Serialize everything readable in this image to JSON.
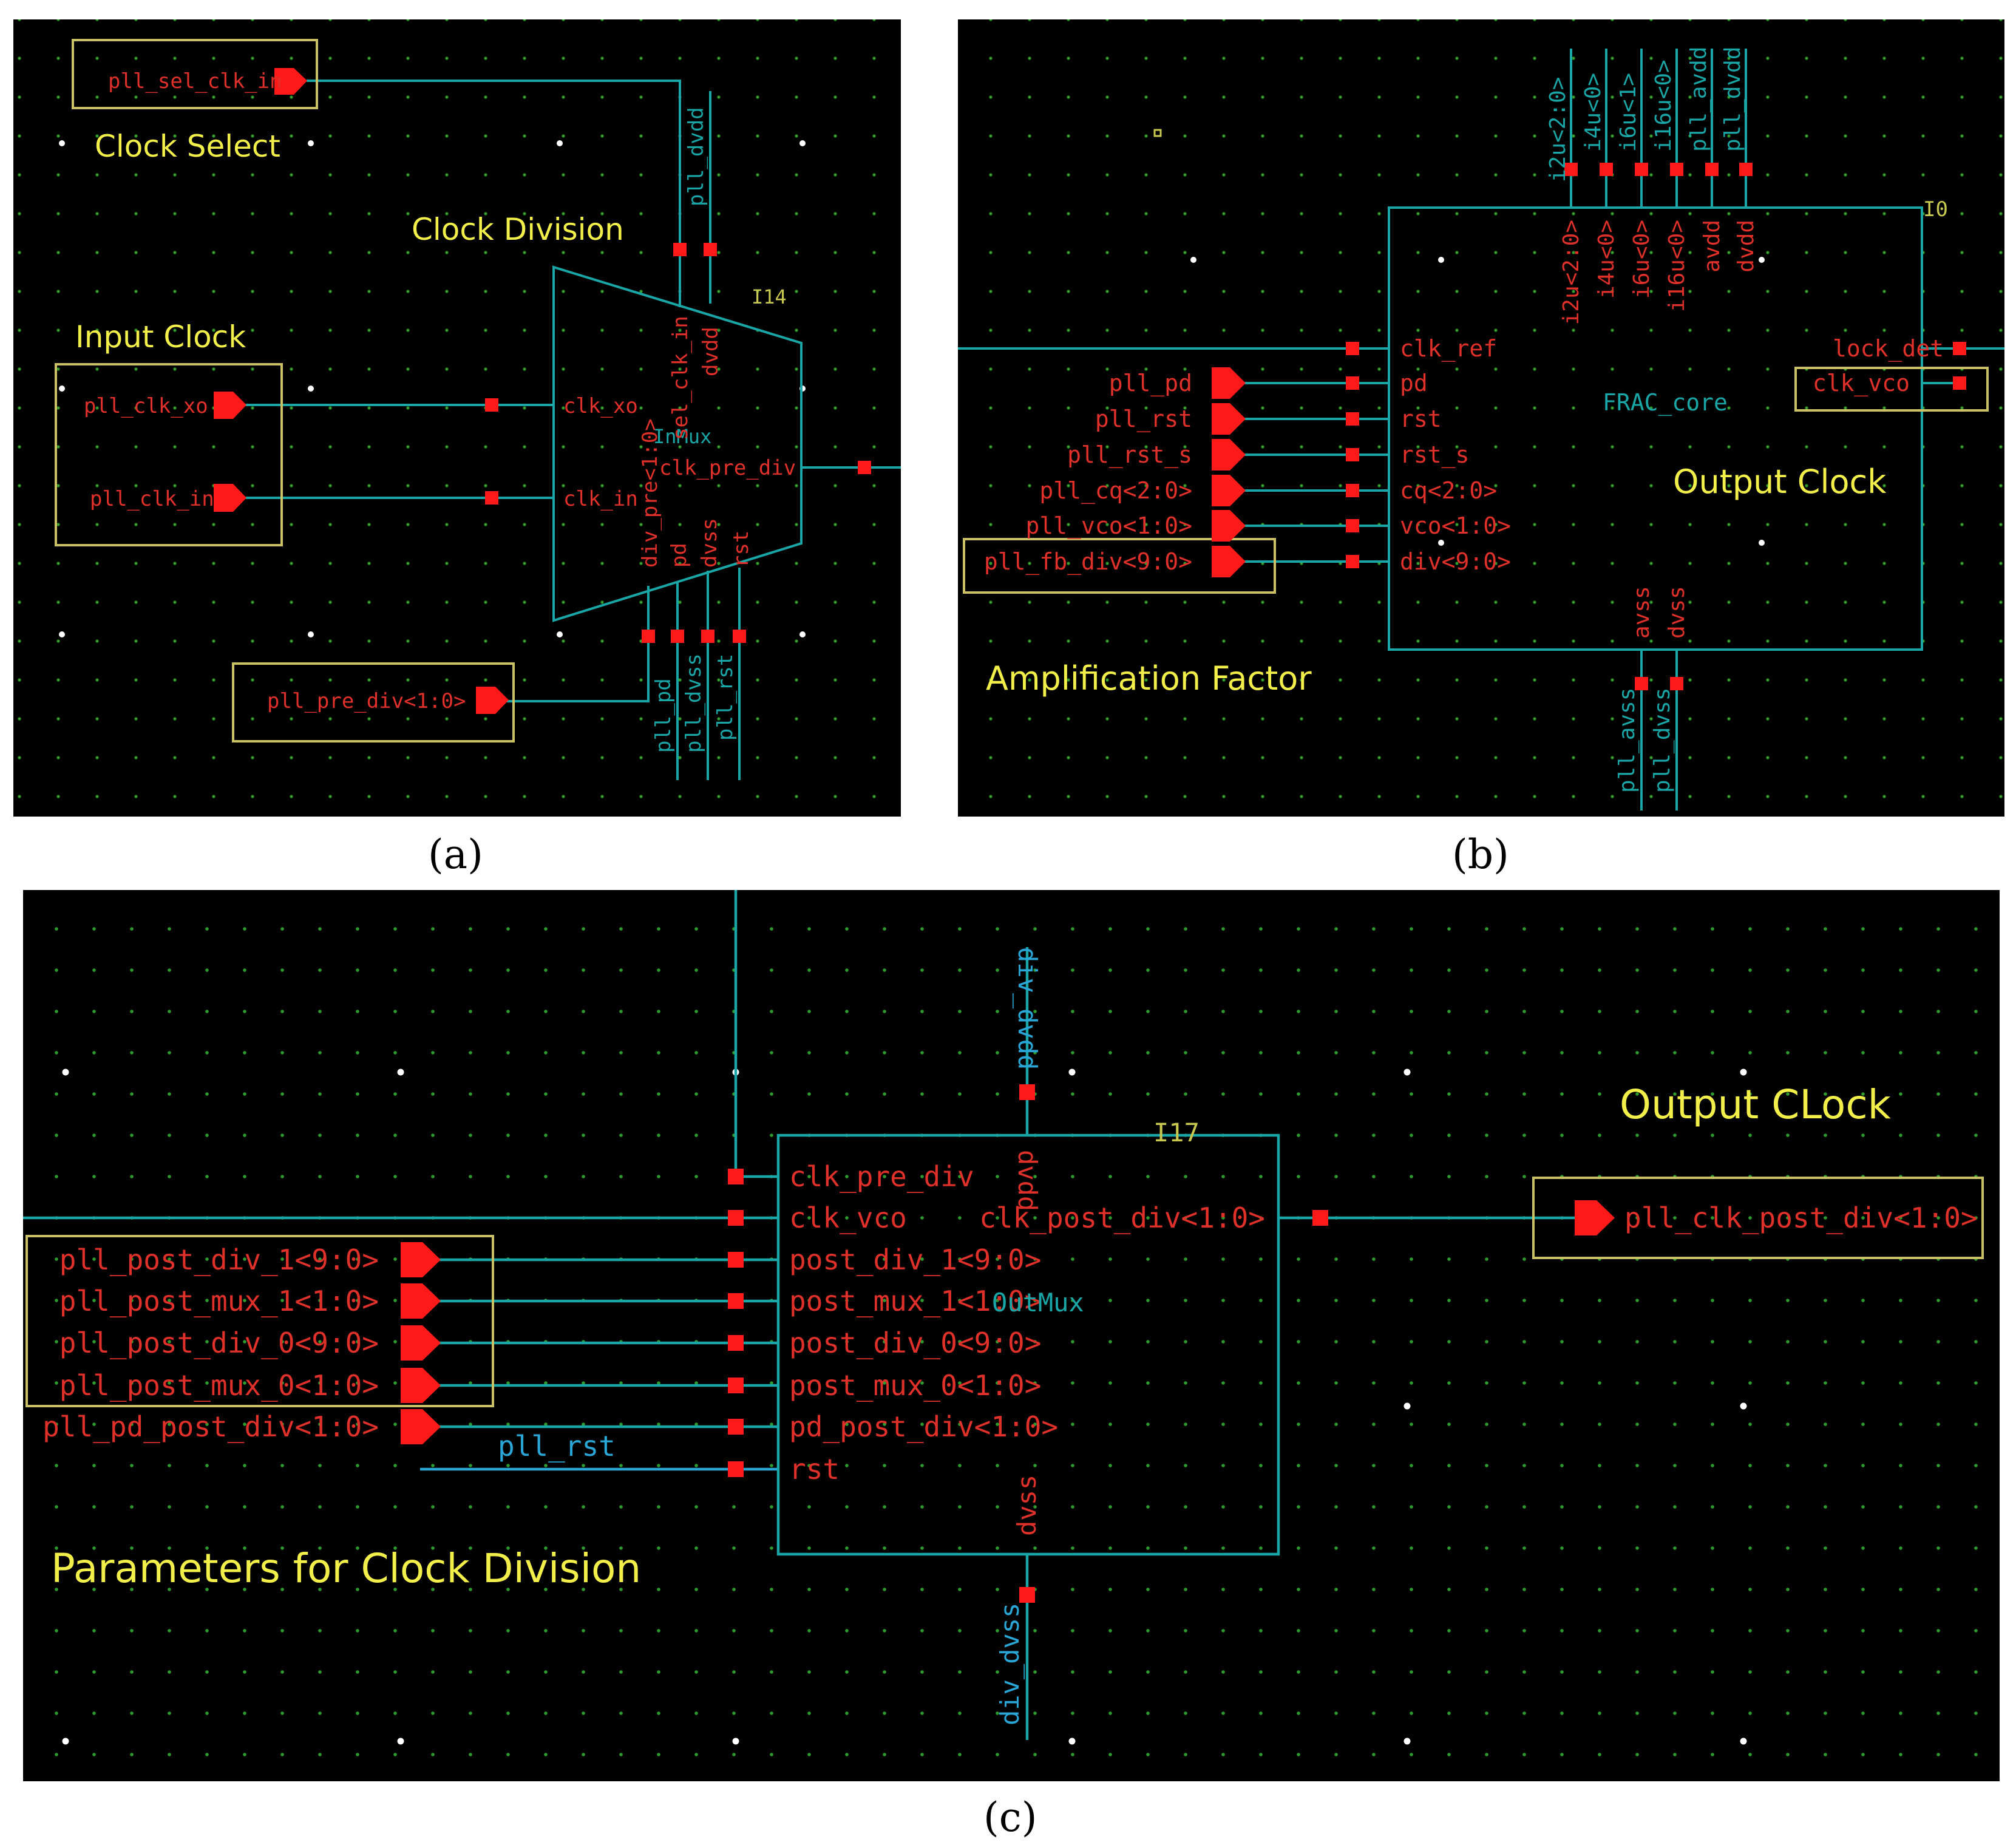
{
  "colors": {
    "canvas": "#000000",
    "wire": "#1aa6a6",
    "pin": "#ff1a1a",
    "pin_label": "#e0302a",
    "annotation": "#f2ee4a",
    "instance_label": "#c8c850",
    "grid_dot": "#2e9b2e",
    "box": "#c9c163",
    "net_label_cyan": "#2aa6d6",
    "panel_caption": "#000000"
  },
  "panel_a": {
    "caption": "(a)",
    "annotations": {
      "clock_select": "Clock Select",
      "clock_division": "Clock Division",
      "input_clock": "Input Clock"
    },
    "pins": {
      "sel_clk_in": "pll_sel_clk_in",
      "clk_xo": "pll_clk_xo",
      "clk_in": "pll_clk_in",
      "pre_div": "pll_pre_div<1:0>"
    },
    "instance": "I14",
    "cell": "InMux",
    "ports": {
      "clk_xo": "clk_xo",
      "clk_in": "clk_in",
      "clk_pre_div": "clk_pre_div",
      "sel_clk_in": "sel_clk_in",
      "dvdd": "dvdd",
      "div_pre": "div_pre<1:0>",
      "pd": "pd",
      "dvss": "dvss",
      "rst": "rst"
    },
    "nets": {
      "dvdd": "pll_dvdd",
      "pd": "pll_pd",
      "dvss": "pll_dvss",
      "rst": "pll_rst"
    }
  },
  "panel_b": {
    "caption": "(b)",
    "annotations": {
      "output_clock": "Output Clock",
      "amp_factor": "Amplification Factor"
    },
    "instance": "I0",
    "cell": "FRAC_core",
    "left_pins": [
      "pll_pd",
      "pll_rst",
      "pll_rst_s",
      "pll_cq<2:0>",
      "pll_vco<1:0>",
      "pll_fb_div<9:0>"
    ],
    "left_ports": [
      "clk_ref",
      "pd",
      "rst",
      "rst_s",
      "cq<2:0>",
      "vco<1:0>",
      "div<9:0>"
    ],
    "top_nets": [
      "i2u<2:0>",
      "i4u<0>",
      "i6u<1>",
      "i16u<0>",
      "pll_avdd",
      "pll_dvdd"
    ],
    "top_ports": [
      "i2u<2:0>",
      "i4u<0>",
      "i6u<0>",
      "i16u<0>",
      "avdd",
      "dvdd"
    ],
    "bottom_ports": [
      "avss",
      "dvss"
    ],
    "bottom_nets": [
      "pll_avss",
      "pll_dvss"
    ],
    "right_ports": [
      "lock_det",
      "clk_vco"
    ]
  },
  "panel_c": {
    "caption": "(c)",
    "annotations": {
      "output_clock": "Output CLock",
      "params": "Parameters for Clock Division"
    },
    "instance": "I17",
    "cell": "OutMux",
    "left_pins": [
      "pll_post_div_1<9:0>",
      "pll_post_mux_1<1:0>",
      "pll_post_div_0<9:0>",
      "pll_post_mux_0<1:0>",
      "pll_pd_post_div<1:0>"
    ],
    "left_ports": [
      "clk_pre_div",
      "clk_vco",
      "post_div_1<9:0>",
      "post_mux_1<1:0>",
      "post_div_0<9:0>",
      "post_mux_0<1:0>",
      "pd_post_div<1:0>",
      "rst"
    ],
    "rst_net": "pll_rst",
    "top_net": "div_dvdd",
    "top_port": "dvdd",
    "bottom_net": "div_dvss",
    "bottom_port": "dvss",
    "out_port": "clk_post_div<1:0>",
    "out_pin": "pll_clk_post_div<1:0>"
  }
}
